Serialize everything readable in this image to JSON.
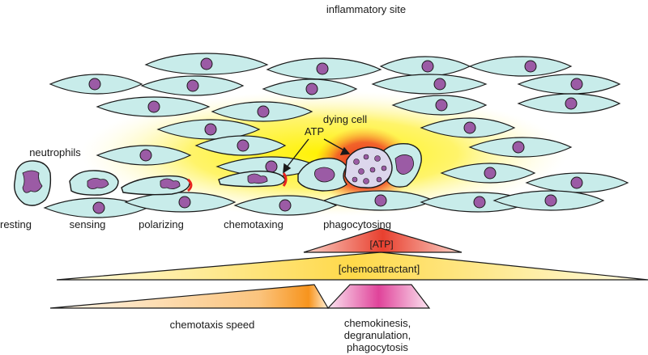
{
  "labels": {
    "inflammatory_site": "inflammatory site",
    "dying_cell": "dying cell",
    "atp": "ATP",
    "neutrophils": "neutrophils",
    "stages": [
      "resting",
      "sensing",
      "polarizing",
      "chemotaxing",
      "phagocytosing"
    ]
  },
  "gradients": {
    "atp_concentration": "[ATP]",
    "chemoattractant": "[chemoattractant]",
    "chemotaxis_speed": "chemotaxis speed",
    "effector_functions": "chemokinesis,\ndegranulation,\nphagocytosis"
  },
  "colors": {
    "tissue_cell_fill": "#c8ecea",
    "nucleus": "#9b5ba5",
    "yellow_glow": "#fff200",
    "atp_red": "#e8231f",
    "chemo_orange": "#f7941d",
    "effector_pink": "#e0439a"
  }
}
